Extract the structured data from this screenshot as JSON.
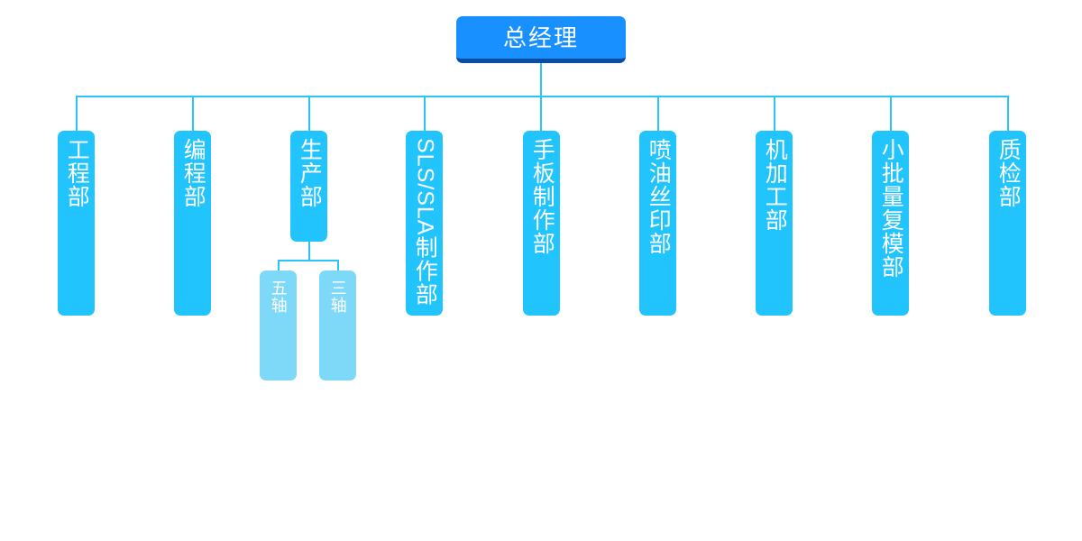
{
  "diagram": {
    "type": "organization-chart",
    "title_node": {
      "label": "总经理",
      "color": "#1890ff",
      "shadow_color": "#0d4da0"
    },
    "colors": {
      "level1_fill": "#22c4fd",
      "level2_fill": "#7ed9f8",
      "connector": "#29c5fa",
      "text": "#ffffff",
      "background": "#ffffff"
    },
    "departments": [
      {
        "label": "工程部",
        "latin": ""
      },
      {
        "label": "编程部",
        "latin": ""
      },
      {
        "label": "生产部",
        "latin": ""
      },
      {
        "label": "制作部",
        "latin": "SLS/SLA"
      },
      {
        "label": "手板制作部",
        "latin": ""
      },
      {
        "label": "喷油丝印部",
        "latin": ""
      },
      {
        "label": "机加工部",
        "latin": ""
      },
      {
        "label": "小批量复模部",
        "latin": ""
      },
      {
        "label": "质检部",
        "latin": ""
      }
    ],
    "sub_departments": [
      {
        "label": "五轴",
        "parent": "生产部"
      },
      {
        "label": "三轴",
        "parent": "生产部"
      }
    ]
  }
}
